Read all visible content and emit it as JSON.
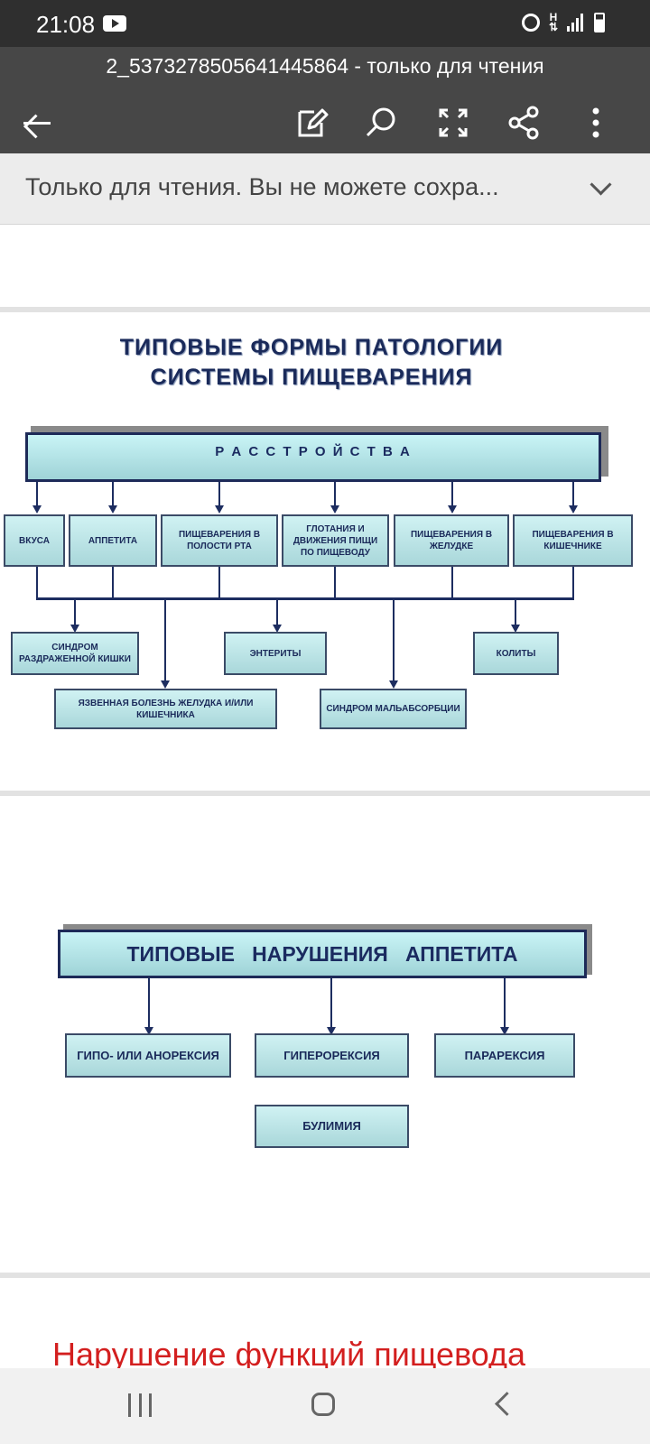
{
  "status_bar": {
    "time": "21:08"
  },
  "app_bar": {
    "doc_title": "2_5373278505641445864 - только для чтения"
  },
  "info_bar": {
    "text": "Только для чтения. Вы не можете сохра..."
  },
  "slide1": {
    "title_line1": "ТИПОВЫЕ  ФОРМЫ  ПАТОЛОГИИ",
    "title_line2": "СИСТЕМЫ  ПИЩЕВАРЕНИЯ",
    "header": "Р А С С Т Р О Й С Т В А",
    "categories": [
      "ВКУСА",
      "АППЕТИТА",
      "ПИЩЕВАРЕНИЯ В ПОЛОСТИ РТА",
      "ГЛОТАНИЯ И ДВИЖЕНИЯ ПИЩИ ПО ПИЩЕВОДУ",
      "ПИЩЕВАРЕНИЯ В ЖЕЛУДКЕ",
      "ПИЩЕВАРЕНИЯ В КИШЕЧНИКЕ"
    ],
    "diseases": [
      "СИНДРОМ РАЗДРАЖЕННОЙ КИШКИ",
      "ЭНТЕРИТЫ",
      "КОЛИТЫ",
      "ЯЗВЕННАЯ БОЛЕЗНЬ ЖЕЛУДКА И/ИЛИ КИШЕЧНИКА",
      "СИНДРОМ МАЛЬАБСОРБЦИИ"
    ]
  },
  "slide2": {
    "header": "ТИПОВЫЕ   НАРУШЕНИЯ   АППЕТИТА",
    "items": [
      "ГИПО-  ИЛИ АНОРЕКСИЯ",
      "ГИПЕРОРЕКСИЯ",
      "ПАРАРЕКСИЯ",
      "БУЛИМИЯ"
    ]
  },
  "slide3": {
    "heading": "Нарушение функций пищевода"
  },
  "colors": {
    "accent_red": "#d31f1f",
    "box_fill": "#b9e6e8",
    "box_border": "#1d2a58"
  }
}
